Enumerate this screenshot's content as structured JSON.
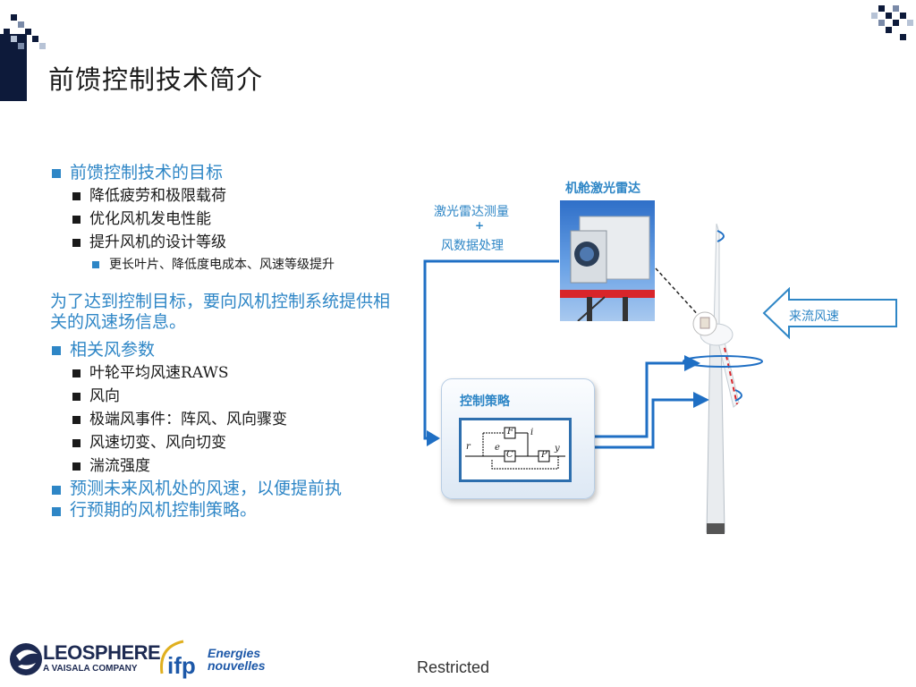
{
  "title": "前馈控制技术简介",
  "colors": {
    "accent": "#2e86c6",
    "dark_navy": "#0d1a3a",
    "arrow_blue": "#1f6fc4",
    "tower_red": "#d8252a"
  },
  "bullets": {
    "goal_heading": "前馈控制技术的目标",
    "goal_items": [
      "降低疲劳和极限载荷",
      "优化风机发电性能",
      "提升风机的设计等级"
    ],
    "goal_subitem": "更长叶片、降低度电成本、风速等级提升",
    "paragraph": "为了达到控制目标，要向风机控制系统提供相关的风速场信息。",
    "params_heading": "相关风参数",
    "params_items": [
      "叶轮平均风速RAWS",
      "风向",
      "极端风事件：阵风、风向骤变",
      "风速切变、风向切变",
      "湍流强度"
    ],
    "predict_line1": "预测未来风机处的风速，以便提前执",
    "predict_line2": "行预期的风机控制策略。"
  },
  "diagram": {
    "lidar_title": "机舱激光雷达",
    "measure_line1": "激光雷达测量",
    "measure_plus": "+",
    "measure_line2": "风数据处理",
    "control_title": "控制策略",
    "inflow_label": "来流风速",
    "block_F": "F",
    "block_C": "C",
    "block_P": "P",
    "signal_r": "r",
    "signal_e": "e",
    "signal_i": "i",
    "signal_y": "y"
  },
  "footer": {
    "restricted": "Restricted",
    "leosphere_name": "LEOSPHERE",
    "leosphere_sub": "A VAISALA COMPANY",
    "ifp_line1": "Energies",
    "ifp_line2": "nouvelles"
  }
}
